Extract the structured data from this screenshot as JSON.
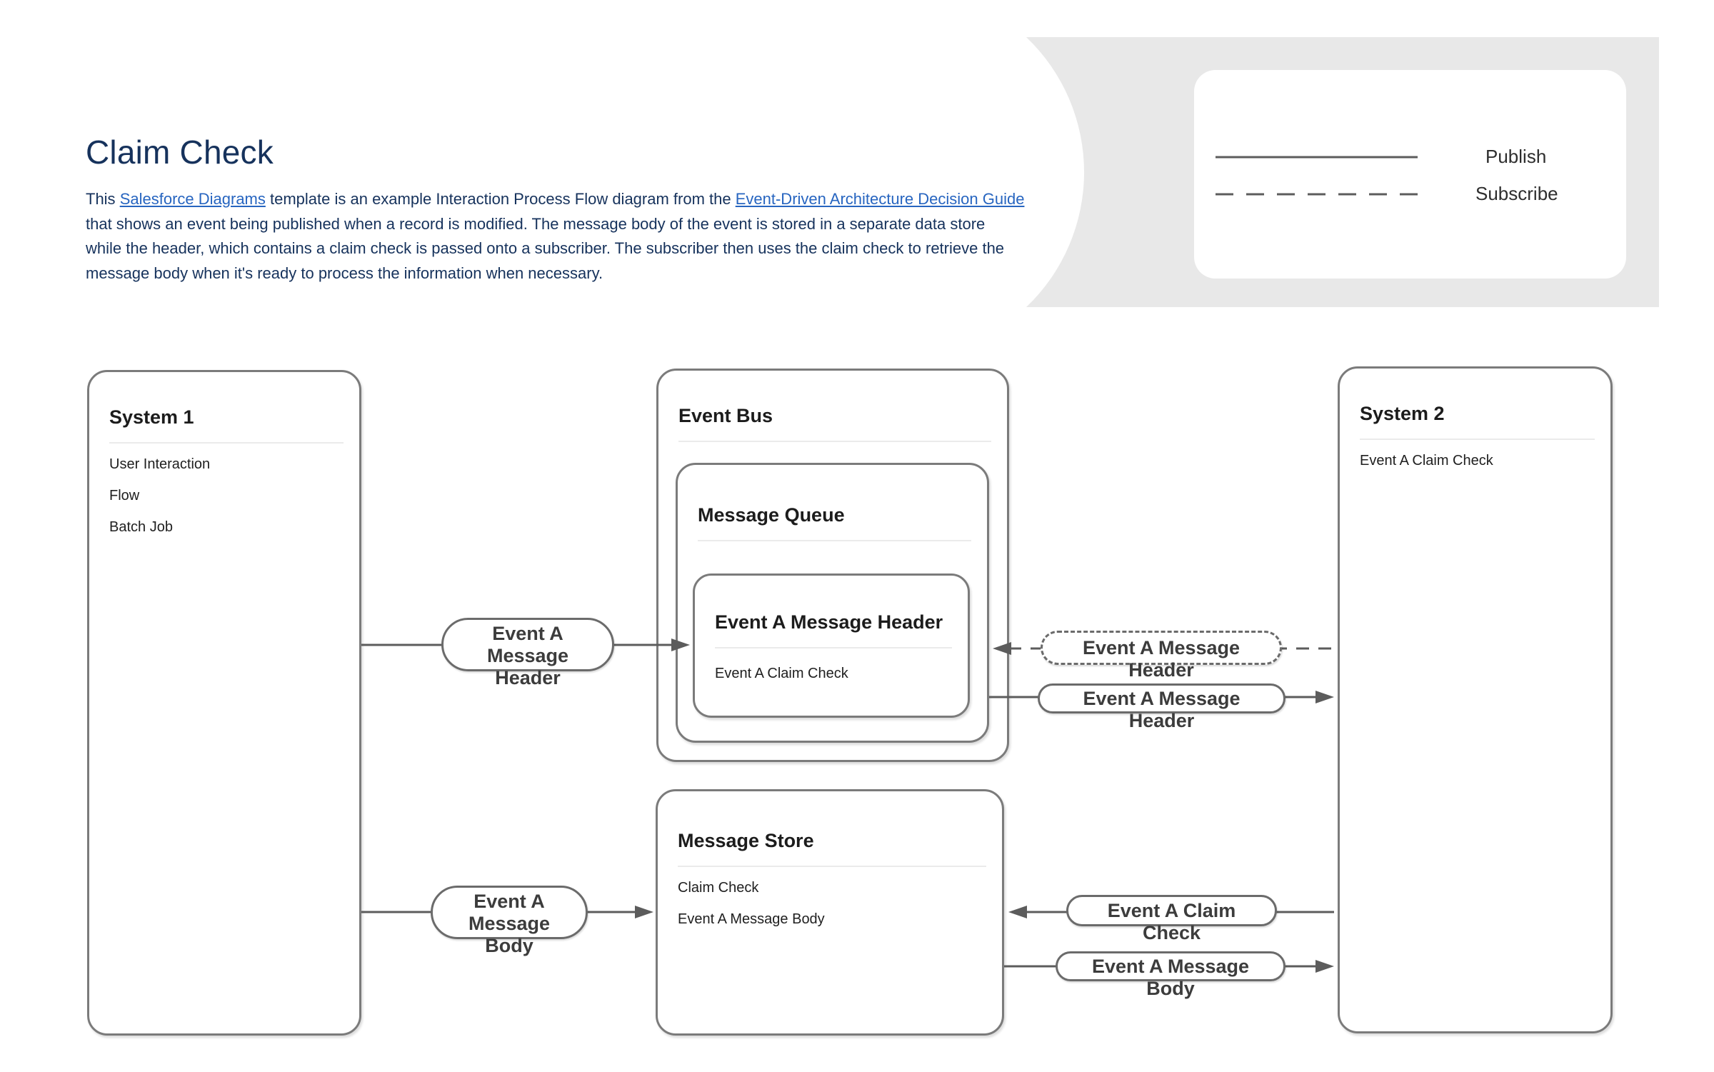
{
  "page": {
    "title": "Claim Check"
  },
  "description": {
    "parts": [
      {
        "text": "This ",
        "link": false
      },
      {
        "text": "Salesforce Diagrams",
        "link": true
      },
      {
        "text": " template is an example Interaction Process Flow diagram from the ",
        "link": false
      },
      {
        "text": "Event-Driven Architecture Decision Guide ",
        "link": true
      },
      {
        "text": "that shows an event being published when a record is modified.  The message body of the event is stored in a separate data store while the header, which contains a claim check is passed onto a subscriber.  The subscriber then uses the claim check to retrieve the message body when it's ready to process the information when necessary.",
        "link": false
      }
    ]
  },
  "legend": {
    "publish_label": "Publish",
    "subscribe_label": "Subscribe"
  },
  "nodes": {
    "system1": {
      "title": "System 1",
      "items": [
        "User Interaction",
        "Flow",
        "Batch Job"
      ]
    },
    "event_bus": {
      "title": "Event Bus"
    },
    "message_queue": {
      "title": "Message Queue"
    },
    "event_a_message_header": {
      "title": "Event A Message Header",
      "items": [
        "Event A Claim Check"
      ]
    },
    "message_store": {
      "title": "Message Store",
      "items": [
        "Claim Check",
        "Event A Message Body"
      ]
    },
    "system2": {
      "title": "System 2",
      "items": [
        "Event A Claim Check"
      ]
    }
  },
  "edges": {
    "s1_to_bus_header": {
      "label": "Event A Message Header",
      "type": "publish"
    },
    "s1_to_store_body": {
      "label": "Event A Message Body",
      "type": "publish"
    },
    "s2_subscribe_header": {
      "label": "Event A  Message Header",
      "type": "subscribe"
    },
    "bus_to_s2_header": {
      "label": "Event A Message Header",
      "type": "publish"
    },
    "store_to_s2_claim": {
      "label": "Event A Claim Check",
      "type": "publish"
    },
    "store_to_s2_body": {
      "label": "Event A Message Body",
      "type": "publish"
    }
  },
  "colors": {
    "heading_navy": "#16325c",
    "link_blue": "#2765c0",
    "node_border_gray": "#7b7b7b",
    "connector_gray": "#5c5c5c",
    "panel_gray": "#e8e8e8"
  }
}
